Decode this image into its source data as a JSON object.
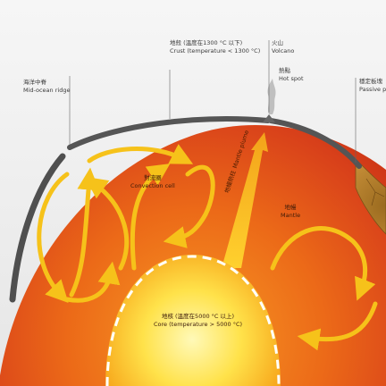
{
  "labels": {
    "crust": {
      "zh": "地殼 (溫度在1300 °C 以下)",
      "en": "Crust (temperature < 1300 °C)"
    },
    "volcano": {
      "zh": "火山",
      "en": "Volcano"
    },
    "hotspot": {
      "zh": "熱點",
      "en": "Hot spot"
    },
    "mid_ocean_ridge": {
      "zh": "海洋中脊",
      "en": "Mid-ocean ridge"
    },
    "passive_plate": {
      "zh": "穩定板塊",
      "en": "Passive p"
    },
    "convection_cell": {
      "zh": "對流圈",
      "en": "Convection cell"
    },
    "mantle": {
      "zh": "地幔",
      "en": "Mantle"
    },
    "mantle_plume": {
      "zh": "地幔熱柱",
      "en": "Mantle plume"
    },
    "core": {
      "zh": "地核 (溫度在5000 °C 以上)",
      "en": "Core (temperature > 5000 °C)"
    }
  },
  "colors": {
    "mantle_outer": "#d43a10",
    "mantle_inner": "#f07a1c",
    "crust": "#555555",
    "arrow": "#f6c21a",
    "core": "#ffd640",
    "core_edge": "#ffffff"
  }
}
